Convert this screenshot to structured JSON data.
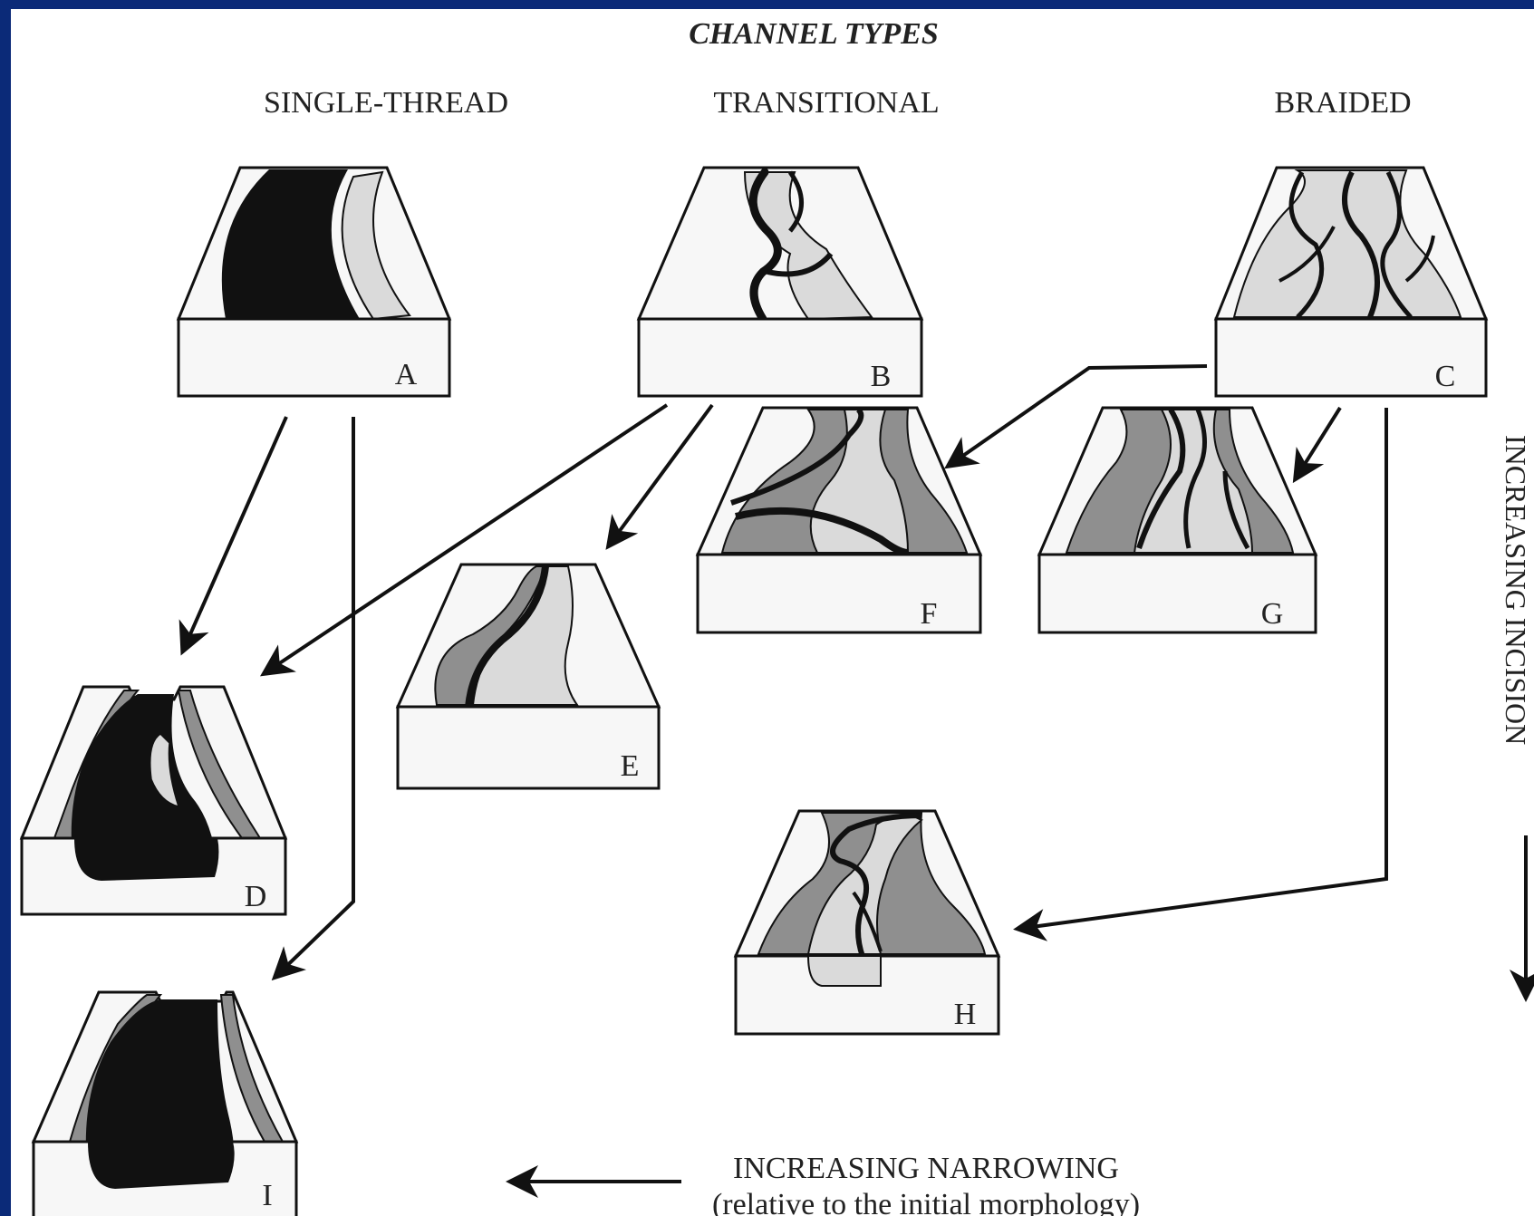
{
  "title": "CHANNEL TYPES",
  "columns": {
    "single": "SINGLE-THREAD",
    "transitional": "TRANSITIONAL",
    "braided": "BRAIDED"
  },
  "blocks": {
    "A": "A",
    "B": "B",
    "C": "C",
    "D": "D",
    "E": "E",
    "F": "F",
    "G": "G",
    "H": "H",
    "I": "I"
  },
  "axes": {
    "vertical": "INCREASING INCISION",
    "horizontal_line1": "INCREASING NARROWING",
    "horizontal_line2": "(relative to the initial morphology)"
  },
  "colors": {
    "background": "#0b2a78",
    "canvas": "#ffffff",
    "block_face": "#f5f5f5",
    "channel_dark": "#111111",
    "bar_light": "#dadada",
    "floodplain_mid": "#8f8f8f"
  }
}
